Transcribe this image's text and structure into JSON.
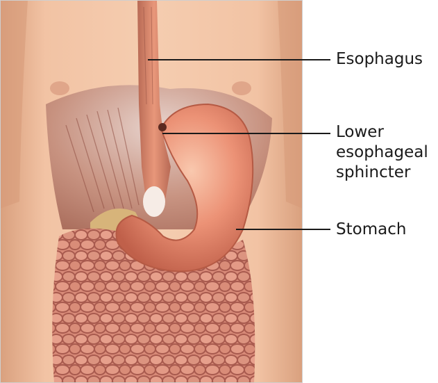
{
  "figure": {
    "labels": {
      "esophagus": "Esophagus",
      "les_line1": "Lower",
      "les_line2": "esophageal",
      "les_line3": "sphincter",
      "stomach": "Stomach"
    },
    "colors": {
      "skin": "#f2c3a4",
      "skin_shadow": "#d9a07e",
      "stomach": "#e98a6e",
      "stomach_highlight": "#f7c1a6",
      "esophagus": "#d9866a",
      "diaphragm": "#b9766a",
      "intestine": "#d88a78",
      "intestine_shadow": "#a85a4e",
      "leader_line": "#1a1a1a"
    }
  }
}
